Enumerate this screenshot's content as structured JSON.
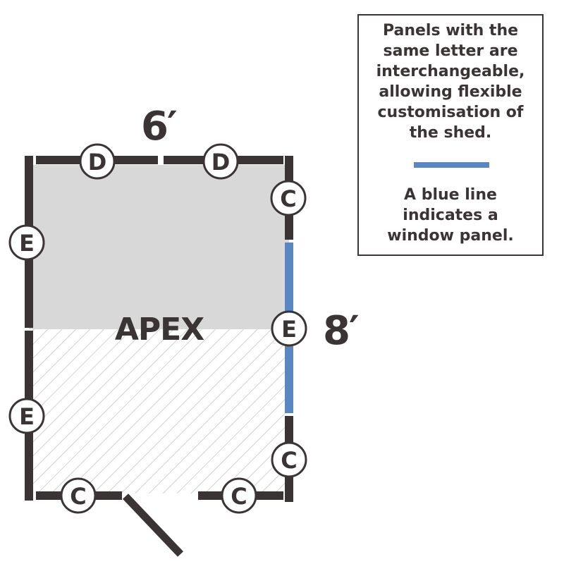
{
  "dimensions": {
    "width": "6′",
    "depth": "8′"
  },
  "apex_label": "APEX",
  "panels": {
    "top_left": "D",
    "top_right": "D",
    "right_upper": "C",
    "right_middle": "E",
    "right_lower": "C",
    "left_upper": "E",
    "left_lower": "E",
    "bottom_left": "C",
    "bottom_right": "C"
  },
  "legend": {
    "note": "Panels with the\nsame letter are\ninterchangeable,\nallowing flexible\ncustomisation of\nthe shed.",
    "window_note": "A blue line\nindicates a\nwindow panel."
  },
  "colors": {
    "wall": "#3a3435",
    "window": "#5a86c2",
    "floor_fill": "#d9d8d8",
    "hatch": "#c7c6c6",
    "text": "#3a3435"
  }
}
